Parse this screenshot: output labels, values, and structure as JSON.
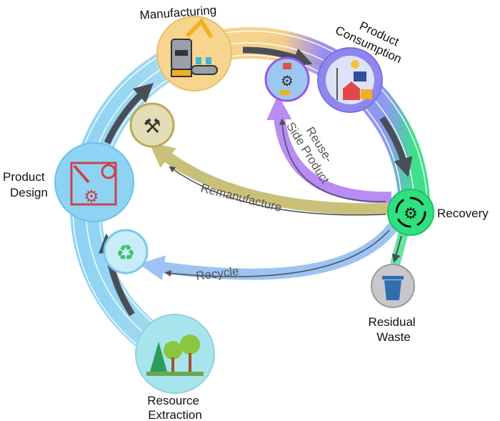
{
  "nodes": {
    "manufacturing": "Manufacturing",
    "consumption_line1": "Product",
    "consumption_line2": "Consumption",
    "design_line1": "Product",
    "design_line2": "Design",
    "recovery": "Recovery",
    "waste_line1": "Residual",
    "waste_line2": "Waste",
    "extraction_line1": "Resource",
    "extraction_line2": "Extraction"
  },
  "flows": {
    "reuse_line1": "Reuse-",
    "reuse_line2": "Side Product",
    "remanufacture": "Remanufacture",
    "recycle": "Recycle"
  },
  "colors": {
    "ring_blue": "#8fd3f4",
    "ring_yellow": "#f7d58e",
    "ring_purple": "#9b8df2",
    "ring_green": "#3ee08a",
    "reuse": "#b98cf5",
    "remanufacture": "#c9c07a",
    "recycle": "#9cc4f2",
    "arrow": "#4a4f57"
  }
}
